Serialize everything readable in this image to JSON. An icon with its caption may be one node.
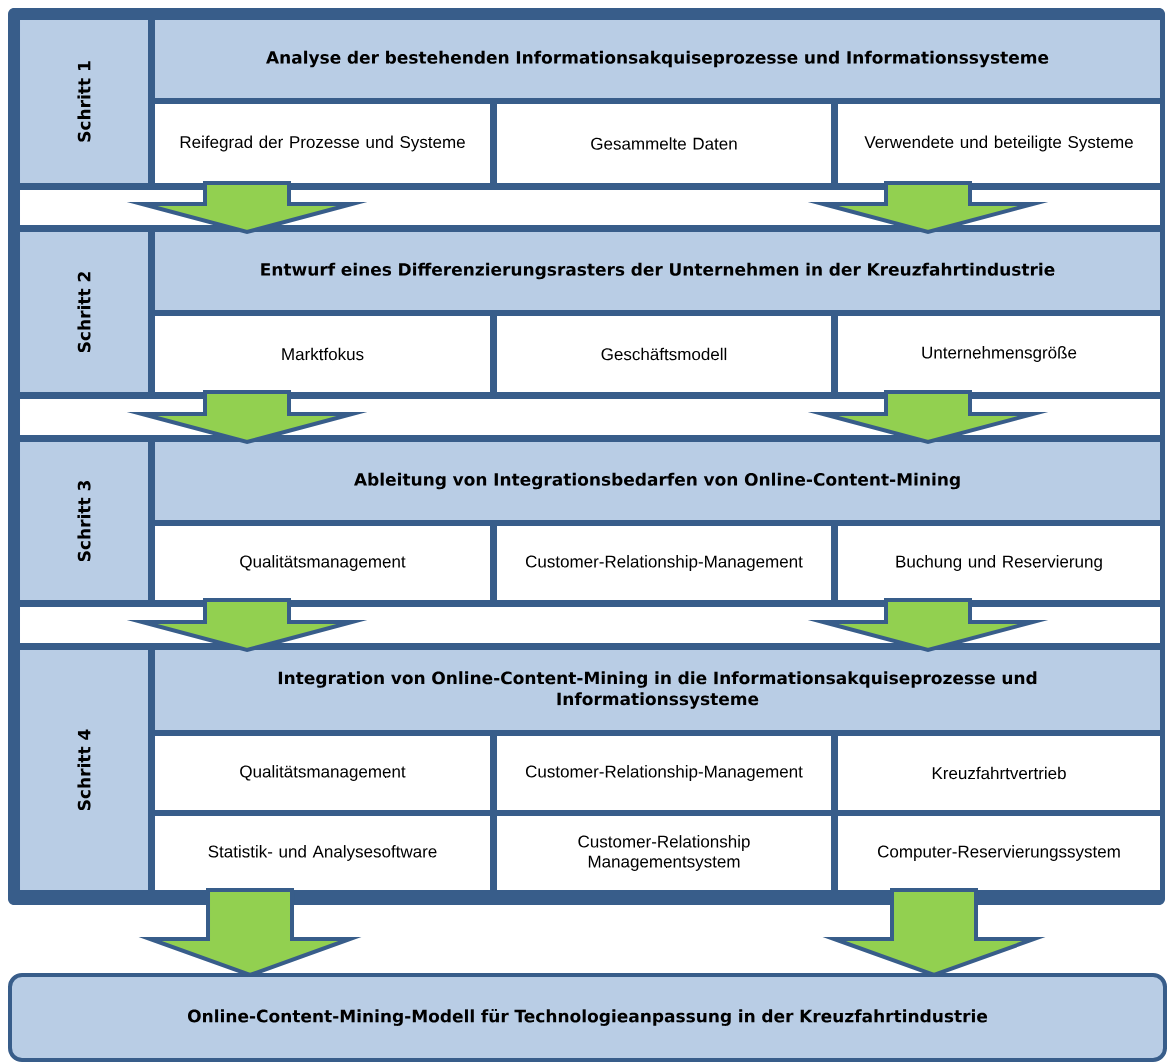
{
  "diagram": {
    "nodes": [
      {
        "text": [],
        "shape": "box"
      },
      {
        "text": [
          "Schritt 1"
        ],
        "in": 0
      },
      {
        "text": [
          "Analyse der bestehenden Informationsakquiseprozesse und Informationssysteme"
        ],
        "in": 0
      },
      {
        "text": [
          "Reifegrad der Prozesse und Systeme"
        ],
        "in": 0
      },
      {
        "text": [
          "Gesammelte Daten"
        ],
        "in": 0
      },
      {
        "text": [
          "Verwendete und beteiligte Systeme"
        ],
        "in": 0
      },
      {
        "text": [
          "Schritt 2"
        ],
        "in": 0
      },
      {
        "text": [
          "Entwurf eines Differenzierungsrasters der Unternehmen in der Kreuzfahrtindustrie"
        ],
        "in": 0
      },
      {
        "text": [
          "Marktfokus"
        ],
        "in": 0
      },
      {
        "text": [
          "Geschäftsmodell"
        ],
        "in": 0
      },
      {
        "text": [
          "Unternehmensgröße"
        ],
        "in": 0
      },
      {
        "text": [
          "Schritt 3"
        ],
        "in": 0
      },
      {
        "text": [
          "Ableitung von Integrationsbedarfen von Online-Content-Mining"
        ],
        "in": 0
      },
      {
        "text": [
          "Qualitätsmanagement"
        ],
        "in": 0
      },
      {
        "text": [
          "Customer-Relationship-Management"
        ],
        "in": 0
      },
      {
        "text": [
          "Buchung und Reservierung"
        ],
        "in": 0
      },
      {
        "text": [
          "Schritt 4"
        ],
        "in": 0
      },
      {
        "text": [
          "Integration von Online-Content-Mining in die Informationsakquiseprozesse und Informationssysteme"
        ],
        "in": 0
      },
      {
        "text": [
          "Qualitätsmanagement"
        ],
        "in": 0
      },
      {
        "text": [
          "Customer-Relationship-Management"
        ],
        "in": 0
      },
      {
        "text": [
          "Kreuzfahrtvertrieb"
        ],
        "in": 0
      },
      {
        "text": [
          "Statistik- und Analysesoftware"
        ],
        "in": 0
      },
      {
        "text": [
          "Customer-Relationship Managementsystem"
        ],
        "in": 0
      },
      {
        "text": [
          "Computer-Reservierungssystem"
        ],
        "in": 0
      },
      {
        "text": [
          "Online-Content-Mining-Modell für Technologieanpassung in der Kreuzfahrtindustrie"
        ]
      }
    ],
    "edges": [
      {
        "from": 3,
        "to": 7,
        "arrow": "to"
      },
      {
        "from": 5,
        "to": 7,
        "arrow": "to"
      },
      {
        "from": 8,
        "to": 12,
        "arrow": "to"
      },
      {
        "from": 10,
        "to": 12,
        "arrow": "to"
      },
      {
        "from": 13,
        "to": 17,
        "arrow": "to"
      },
      {
        "from": 15,
        "to": 17,
        "arrow": "to"
      },
      {
        "from": 21,
        "to": 24,
        "arrow": "to"
      },
      {
        "from": 23,
        "to": 24,
        "arrow": "to"
      }
    ]
  }
}
